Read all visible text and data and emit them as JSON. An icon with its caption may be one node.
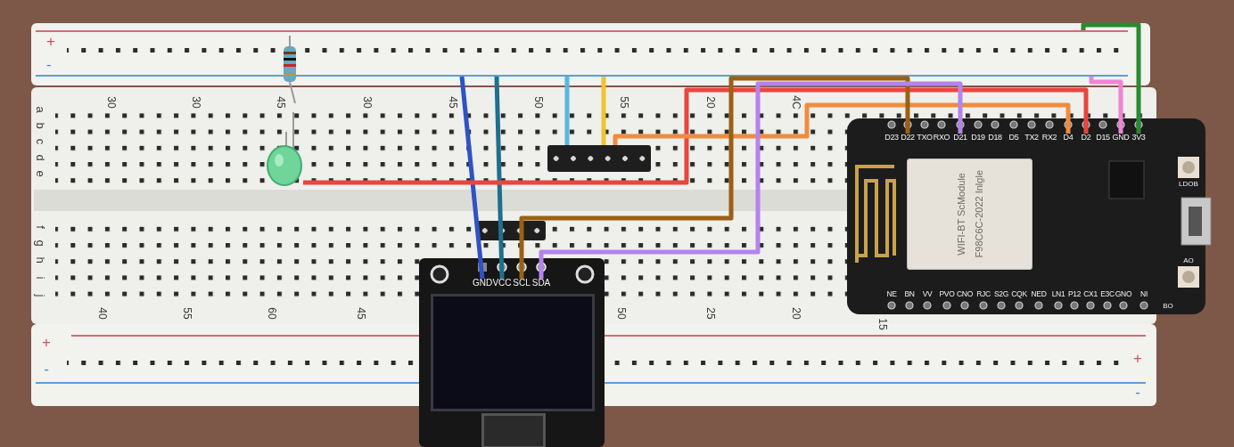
{
  "diagram": {
    "nodes": [
      {
        "text": [
          "+",
          "-"
        ]
      },
      {
        "text": [],
        "shape": "picture"
      },
      {
        "text": [],
        "shape": "bar"
      },
      {
        "text": [],
        "shape": "box"
      },
      {
        "text": [
          "GND"
        ],
        "in": 3
      },
      {
        "text": [
          "VCC"
        ],
        "in": 3
      },
      {
        "text": [
          "SCL"
        ],
        "in": 3
      },
      {
        "text": [
          "SDA"
        ],
        "in": 3
      },
      {
        "text": [],
        "shape": "box"
      },
      {
        "text": [
          "WIFI-BT ScModule",
          "F98C6C-2022 Inlgle"
        ],
        "in": 8
      },
      {
        "text": [
          "D23"
        ],
        "in": 8
      },
      {
        "text": [
          "D22"
        ],
        "in": 8
      },
      {
        "text": [
          "TXO"
        ],
        "in": 8
      },
      {
        "text": [
          "RXO"
        ],
        "in": 8
      },
      {
        "text": [
          "D21"
        ],
        "in": 8
      },
      {
        "text": [
          "D19"
        ],
        "in": 8
      },
      {
        "text": [
          "D18"
        ],
        "in": 8
      },
      {
        "text": [
          "D5"
        ],
        "in": 8
      },
      {
        "text": [
          "TX2"
        ],
        "in": 8
      },
      {
        "text": [
          "RX2"
        ],
        "in": 8
      },
      {
        "text": [
          "D4"
        ],
        "in": 8
      },
      {
        "text": [
          "D2"
        ],
        "in": 8
      },
      {
        "text": [
          "D15"
        ],
        "in": 8
      },
      {
        "text": [
          "GND"
        ],
        "in": 8
      },
      {
        "text": [
          "3V3"
        ],
        "in": 8
      },
      {
        "text": [],
        "shape": "picture"
      }
    ],
    "edges": [
      {
        "from": 0,
        "to": 4,
        "arrow": "none",
        "color": "#2f52c4"
      },
      {
        "from": 0,
        "to": 5,
        "arrow": "none",
        "color": "#1f6f8e"
      },
      {
        "from": 0,
        "to": 2,
        "arrow": "none",
        "color": "#5ab6de"
      },
      {
        "from": 0,
        "to": 2,
        "arrow": "none",
        "color": "#f2c232"
      },
      {
        "from": 1,
        "to": 21,
        "arrow": "none",
        "color": "#e8463f"
      },
      {
        "from": 2,
        "to": 20,
        "arrow": "none",
        "color": "#f08c3c"
      },
      {
        "from": 6,
        "to": 11,
        "arrow": "none",
        "color": "#9a6014"
      },
      {
        "from": 7,
        "to": 14,
        "arrow": "none",
        "color": "#b384ea"
      },
      {
        "from": 23,
        "to": 0,
        "arrow": "none",
        "color": "#ee84d4"
      },
      {
        "from": 24,
        "to": 0,
        "arrow": "none",
        "color": "#2a8a30"
      }
    ],
    "labels": [
      "30",
      "30",
      "45",
      "30",
      "45",
      "50",
      "55",
      "20",
      "4C",
      "a",
      "b",
      "c",
      "d",
      "e",
      "LDOB",
      "AO",
      "f",
      "g",
      "h",
      "i",
      "j",
      "NE",
      "BN",
      "VV",
      "PVO",
      "CNO",
      "RJC",
      "S2G",
      "CQK",
      "NED",
      "LN1",
      "P12",
      "CX1",
      "E3C",
      "GNO",
      "NI",
      "BO",
      "40",
      "55",
      "60",
      "45",
      "50",
      "25",
      "20",
      "15",
      "+",
      "-",
      "+",
      "-"
    ]
  }
}
